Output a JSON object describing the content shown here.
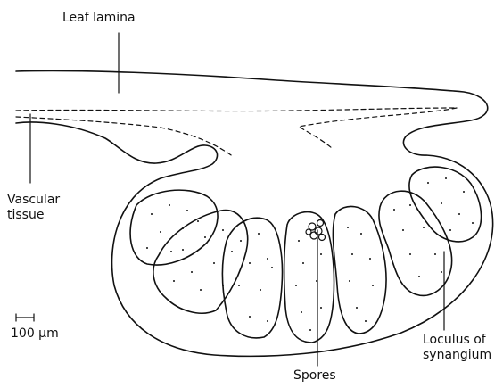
{
  "labels": {
    "leaf_lamina": "Leaf lamina",
    "vascular_line1": "Vascular",
    "vascular_line2": "tissue",
    "scale": "100 μm",
    "loculus_line1": "Loculus of",
    "loculus_line2": "synangium",
    "spores": "Spores"
  }
}
